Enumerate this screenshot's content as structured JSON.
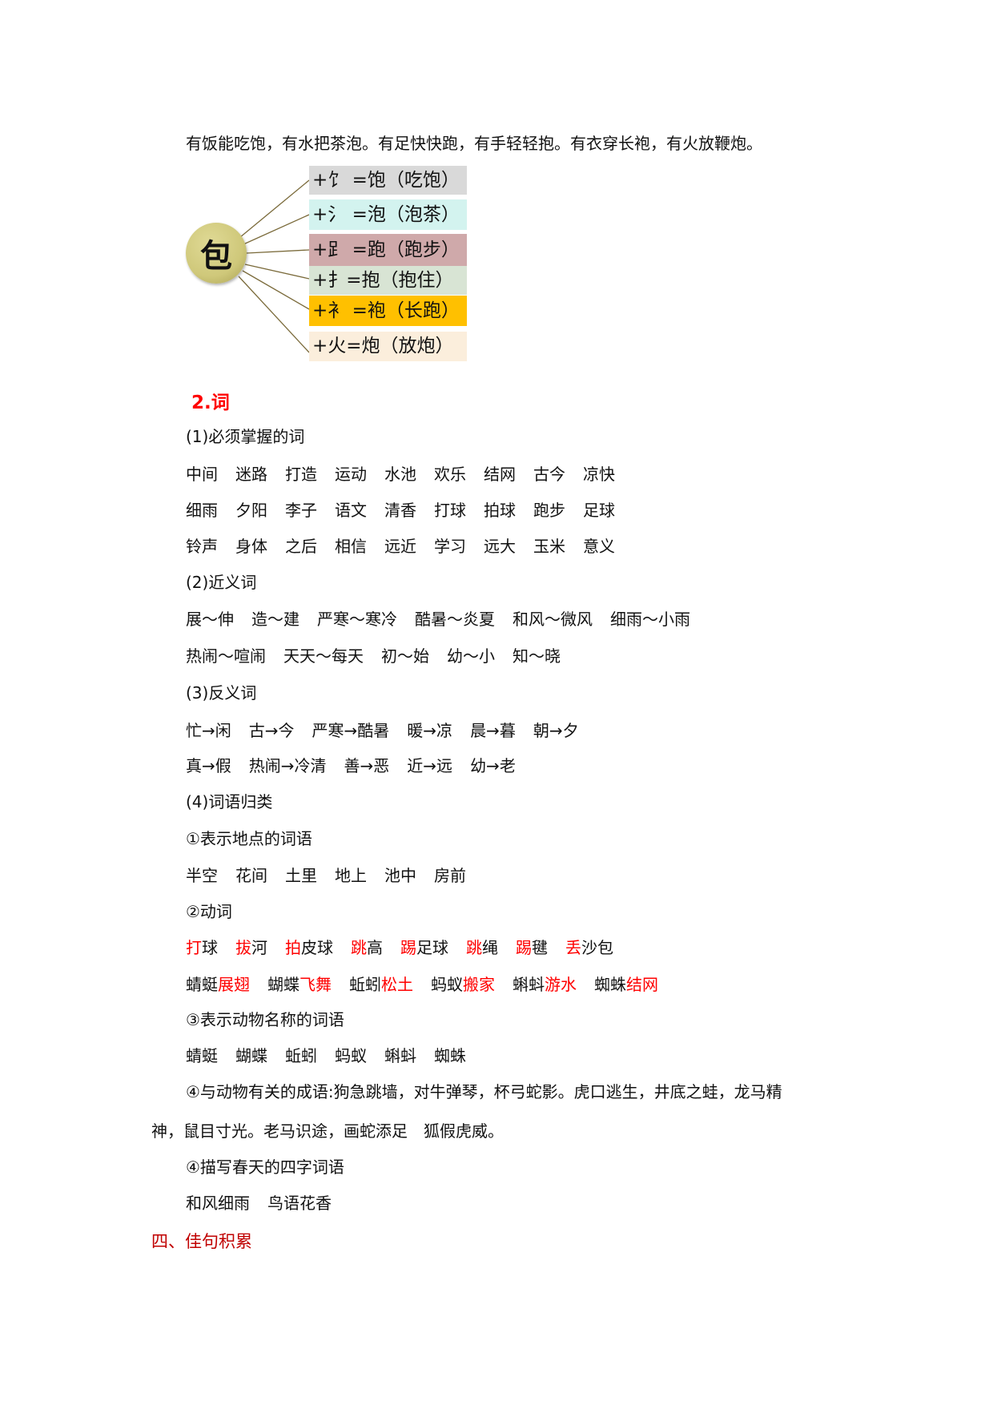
{
  "intro": "有饭能吃饱，有水把茶泡。有足快快跑，有手轻轻抱。有衣穿长袍，有火放鞭炮。",
  "diagram": {
    "center": "包",
    "branches": [
      {
        "text": "+饣 =饱（吃饱）",
        "color": "#d9d9d9"
      },
      {
        "text": "+氵 =泡（泡茶）",
        "color": "#d3f3ef"
      },
      {
        "text": "+⻊ =跑（跑步）",
        "color": "#cfa9aa"
      },
      {
        "text": "+扌=抱（抱住）",
        "color": "#d8e4d4"
      },
      {
        "text": "+衤 =袍（长跑）",
        "color": "#ffc000"
      },
      {
        "text": "+火=炮（放炮）",
        "color": "#fbeedc"
      }
    ]
  },
  "section2_title": "2.词",
  "must_know": {
    "label": "(1)必须掌握的词",
    "rows": [
      [
        "中间",
        "迷路",
        "打造",
        "运动",
        "水池",
        "欢乐",
        "结网",
        "古今",
        "凉快"
      ],
      [
        "细雨",
        "夕阳",
        "李子",
        "语文",
        "清香",
        "打球",
        "拍球",
        "跑步",
        "足球"
      ],
      [
        "铃声",
        "身体",
        "之后",
        "相信",
        "远近",
        "学习",
        "远大",
        "玉米",
        "意义"
      ]
    ]
  },
  "synonyms": {
    "label": "(2)近义词",
    "rows": [
      [
        "展～伸",
        "造～建",
        "严寒～寒冷",
        "酷暑～炎夏",
        "和风～微风",
        "细雨～小雨"
      ],
      [
        "热闹～喧闹",
        "天天～每天",
        "初～始",
        "幼～小",
        "知～晓"
      ]
    ]
  },
  "antonyms": {
    "label": "(3)反义词",
    "rows": [
      [
        "忙→闲",
        "古→今",
        "严寒→酷暑",
        "暖→凉",
        "晨→暮",
        "朝→夕"
      ],
      [
        "真→假",
        "热闹→冷清",
        "善→恶",
        "近→远",
        "幼→老"
      ]
    ]
  },
  "categories": {
    "label": "(4)词语归类",
    "places_label": "①表示地点的词语",
    "places": [
      "半空",
      "花间",
      "土里",
      "地上",
      "池中",
      "房前"
    ],
    "verbs_label": "②动词",
    "verbs": [
      [
        {
          "t": "打",
          "r": true
        },
        {
          "t": "球",
          "r": false
        }
      ],
      [
        {
          "t": "拔",
          "r": true
        },
        {
          "t": "河",
          "r": false
        }
      ],
      [
        {
          "t": "拍",
          "r": true
        },
        {
          "t": "皮球",
          "r": false
        }
      ],
      [
        {
          "t": "跳",
          "r": true
        },
        {
          "t": "高",
          "r": false
        }
      ],
      [
        {
          "t": "踢",
          "r": true
        },
        {
          "t": "足球",
          "r": false
        }
      ],
      [
        {
          "t": "跳",
          "r": true
        },
        {
          "t": "绳",
          "r": false
        }
      ],
      [
        {
          "t": "踢",
          "r": true
        },
        {
          "t": "毽",
          "r": false
        }
      ],
      [
        {
          "t": "丢",
          "r": true
        },
        {
          "t": "沙包",
          "r": false
        }
      ]
    ],
    "animal_actions": [
      [
        {
          "t": "蜻蜓",
          "r": false
        },
        {
          "t": "展翅",
          "r": true
        }
      ],
      [
        {
          "t": "蝴蝶",
          "r": false
        },
        {
          "t": "飞舞",
          "r": true
        }
      ],
      [
        {
          "t": "蚯蚓",
          "r": false
        },
        {
          "t": "松土",
          "r": true
        }
      ],
      [
        {
          "t": "蚂蚁",
          "r": false
        },
        {
          "t": "搬家",
          "r": true
        }
      ],
      [
        {
          "t": "蝌蚪",
          "r": false
        },
        {
          "t": "游水",
          "r": true
        }
      ],
      [
        {
          "t": "蜘蛛",
          "r": false
        },
        {
          "t": "结网",
          "r": true
        }
      ]
    ],
    "animals_label": "③表示动物名称的词语",
    "animals": [
      "蜻蜓",
      "蝴蝶",
      "蚯蚓",
      "蚂蚁",
      "蝌蚪",
      "蜘蛛"
    ],
    "idioms_line1": "④与动物有关的成语:狗急跳墙，对牛弹琴，杯弓蛇影。虎口逃生，井底之蛙，龙马精",
    "idioms_line2": "神，鼠目寸光。老马识途，画蛇添足　狐假虎威。",
    "spring_label": "④描写春天的四字词语",
    "spring": [
      "和风细雨",
      "鸟语花香"
    ]
  },
  "section4_title": "四、佳句积累",
  "colors": {
    "red": "#ff0000",
    "dark_red": "#c00000",
    "circle": "#cfc87a",
    "link_line": "#7a6a3a"
  }
}
